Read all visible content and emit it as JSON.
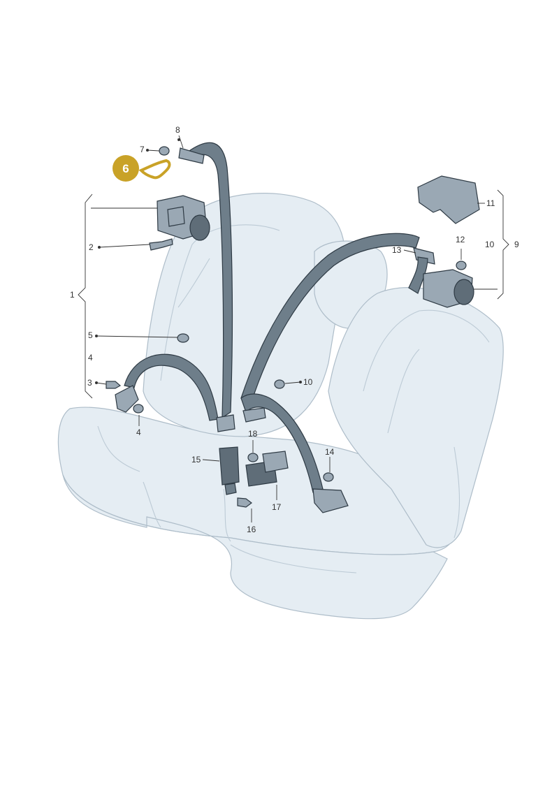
{
  "callouts": {
    "c1": "1",
    "c2": "2",
    "c3": "3",
    "c4a": "4",
    "c4b": "4",
    "c5": "5",
    "c6": "6",
    "c7": "7",
    "c8": "8",
    "c9": "9",
    "c10a": "10",
    "c10b": "10",
    "c11": "11",
    "c12": "12",
    "c13": "13",
    "c14": "14",
    "c15": "15",
    "c16": "16",
    "c17": "17",
    "c18": "18"
  },
  "highlight": {
    "part": "6",
    "color": "#c9a227"
  },
  "colors": {
    "seat": "#e5edf3",
    "belt": "#6e7e8a",
    "hardware": "#9aa8b4"
  }
}
